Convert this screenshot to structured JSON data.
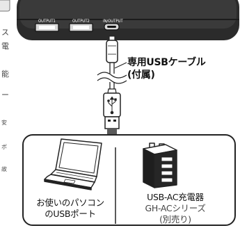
{
  "device": {
    "ports": [
      "OUTPUT1",
      "OUTPUT2",
      "IN/OUTPUT"
    ]
  },
  "cable_label": {
    "line1": "専用USBケーブル",
    "line2": "(付属)"
  },
  "left_panel": {
    "line1": "お使いのパソコン",
    "line2": "のUSBポート"
  },
  "right_panel": {
    "line1": "USB-AC充電器",
    "line2": "GH-ACシリーズ",
    "line3": "(別売り)"
  },
  "left_cut_text": [
    "ス",
    "電",
    "能",
    "ー",
    "安",
    "ボ",
    "故"
  ],
  "colors": {
    "device_body": "#2b2b2b",
    "arrow": "#5a5a5a",
    "panel_border": "#222222"
  }
}
